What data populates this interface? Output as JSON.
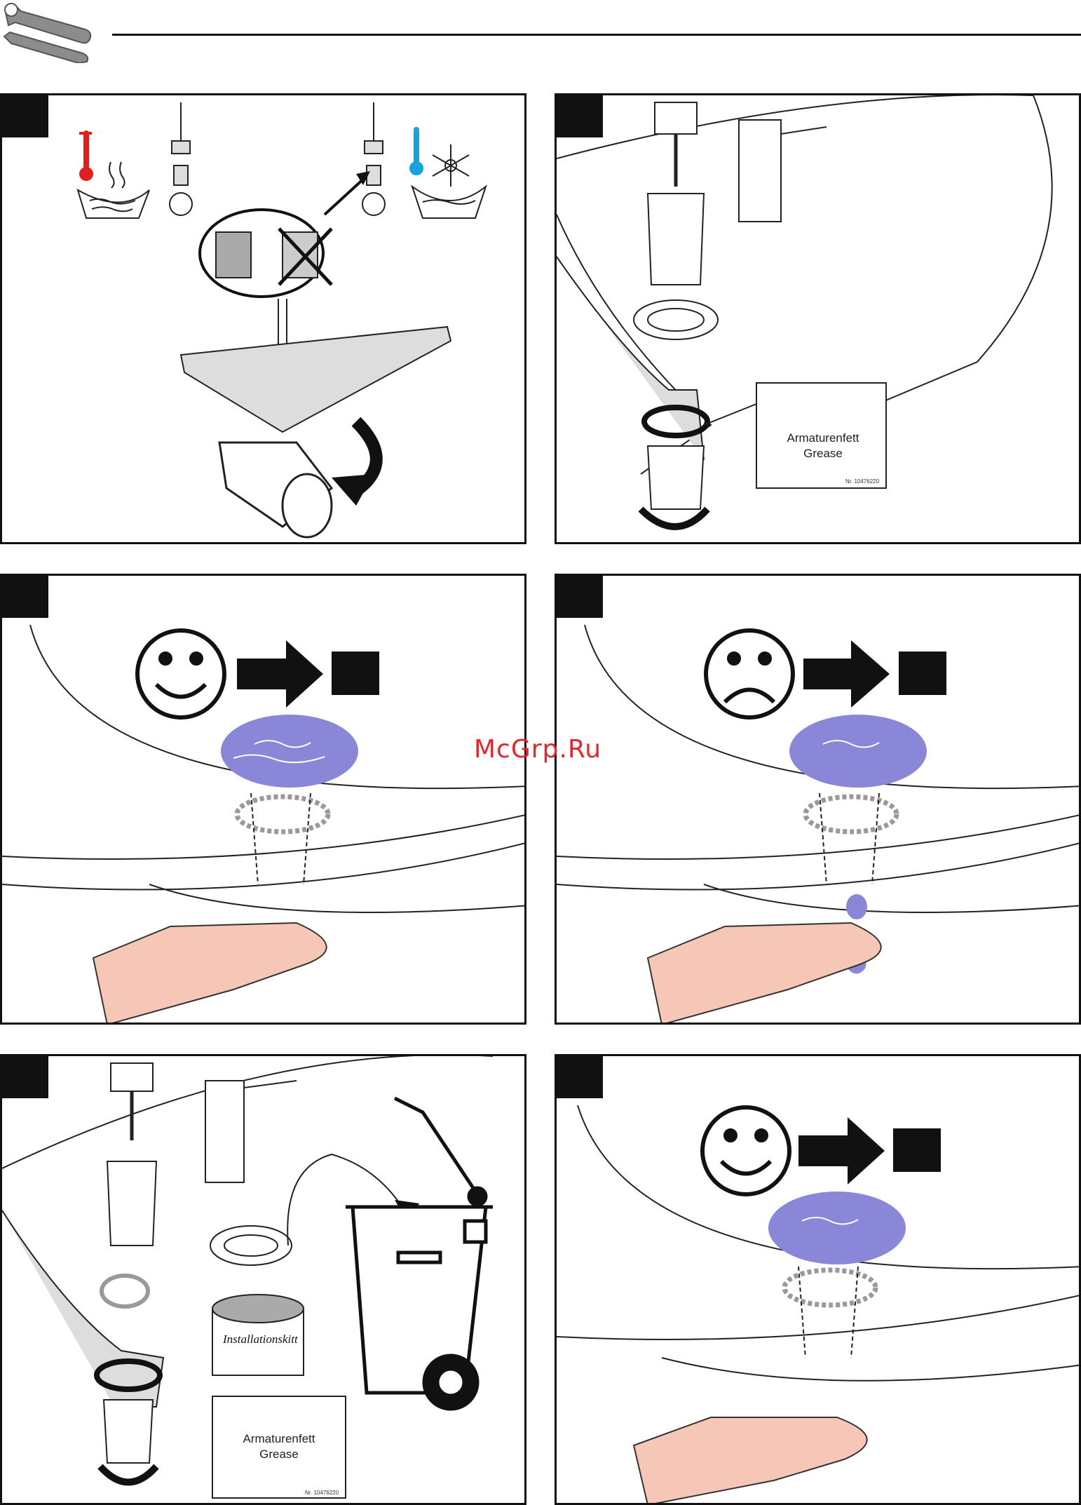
{
  "watermark": "McGrp.Ru",
  "panels": {
    "p2": {
      "grease_line1": "Armaturenfett",
      "grease_line2": "Grease",
      "part_no": "Nr. 10476220"
    },
    "p5": {
      "kitt_label": "Installationskitt",
      "grease_line1": "Armaturenfett",
      "grease_line2": "Grease",
      "part_no": "Nr. 10476220"
    }
  },
  "colors": {
    "water": "#8a86d8",
    "hand": "#f6c7b6",
    "hot": "#e02020",
    "cold": "#1aa0dc",
    "frame": "#111111"
  },
  "icons": [
    "wrench-screwdriver-icon",
    "thermometer-hot-icon",
    "thermometer-cold-icon",
    "snowflake-icon",
    "smiley-happy-icon",
    "smiley-sad-icon",
    "arrow-right-icon",
    "trash-bin-icon"
  ]
}
